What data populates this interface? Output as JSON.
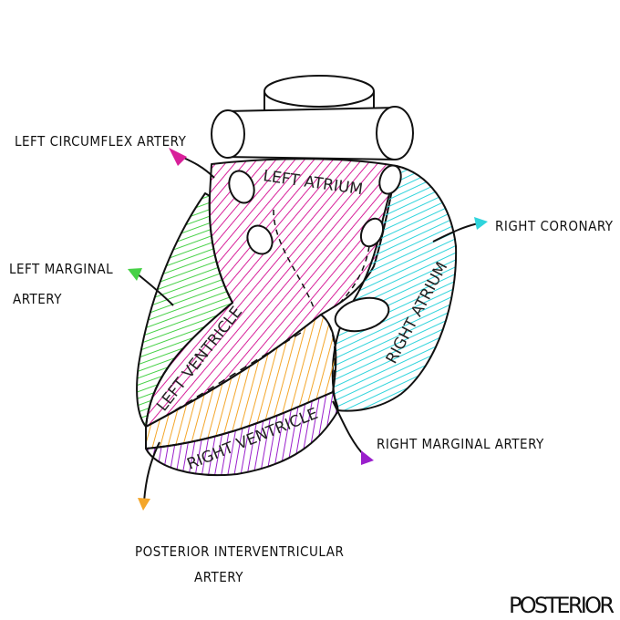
{
  "title": "POSTERIOR",
  "regions": {
    "left_atrium": "LEFT ATRIUM",
    "right_atrium": "RIGHT ATRIUM",
    "left_ventricle": "LEFT VENTRICLE",
    "right_ventricle": "RIGHT VENTRICLE"
  },
  "labels": {
    "left_circumflex": "LEFT CIRCUMFLEX ARTERY",
    "right_coronary": "RIGHT CORONARY",
    "left_marginal_1": "LEFT MARGINAL",
    "left_marginal_2": "ARTERY",
    "right_marginal": "RIGHT MARGINAL ARTERY",
    "posterior_iv_1": "POSTERIOR INTERVENTRICULAR",
    "posterior_iv_2": "ARTERY"
  },
  "colors": {
    "left_circumflex": "#d8209a",
    "left_marginal": "#47d147",
    "right_coronary": "#2fd4dc",
    "right_marginal": "#9a1fcc",
    "posterior_interventricular": "#f4a62a"
  }
}
